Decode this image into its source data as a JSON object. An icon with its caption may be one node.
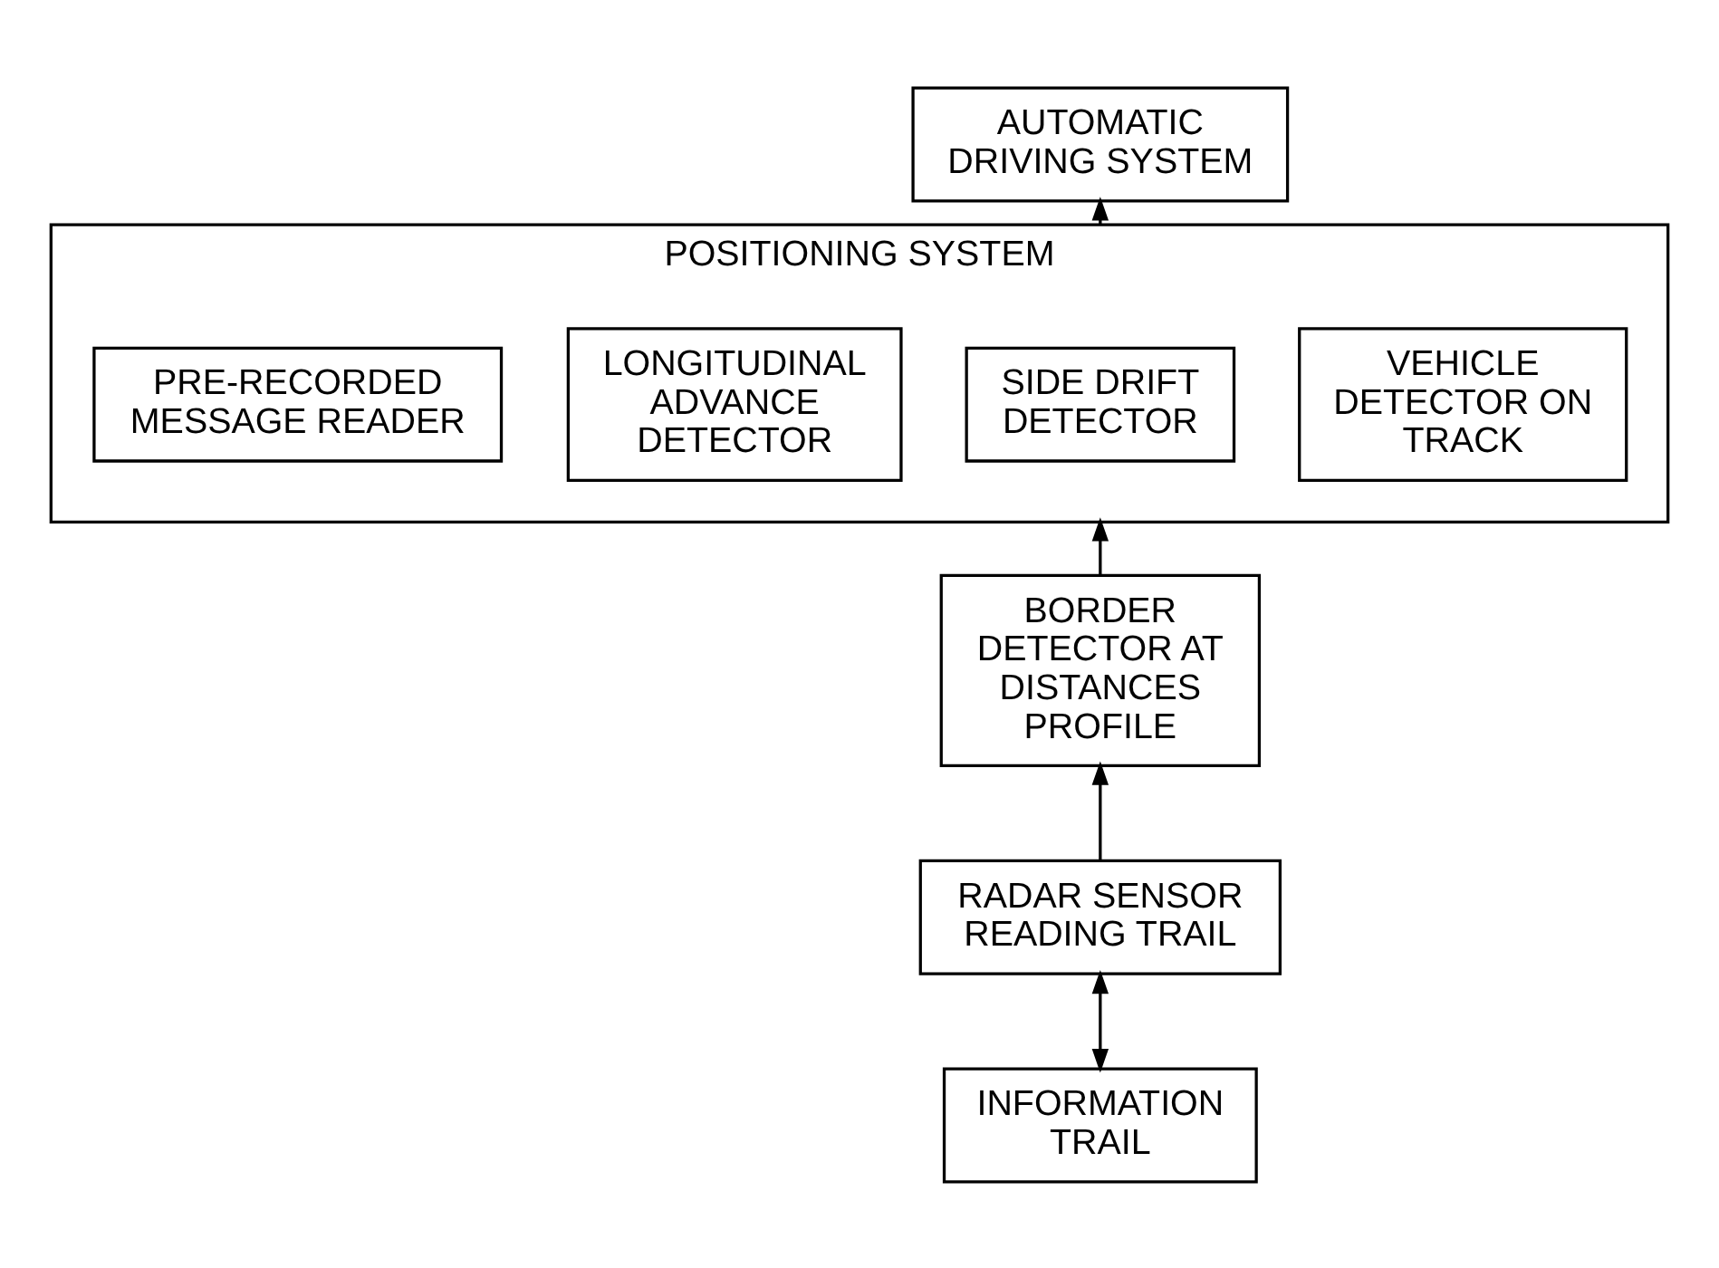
{
  "diagram": {
    "nodes": [
      {
        "text": [
          "AUTOMATIC DRIVING SYSTEM"
        ]
      },
      {
        "text": [
          "POSITIONING SYSTEM"
        ]
      },
      {
        "text": [
          "VEHICLE DETECTOR ON TRACK"
        ],
        "in": 1
      },
      {
        "text": [
          "SIDE DRIFT DETECTOR"
        ],
        "in": 1
      },
      {
        "text": [
          "LONGITUDINAL ADVANCE DETECTOR"
        ],
        "in": 1
      },
      {
        "text": [
          "PRE-RECORDED MESSAGE READER"
        ],
        "in": 1
      },
      {
        "text": [
          "BORDER DETECTOR AT DISTANCES PROFILE"
        ]
      },
      {
        "text": [
          "RADAR SENSOR READING TRAIL"
        ]
      },
      {
        "text": [
          "INFORMATION TRAIL"
        ]
      }
    ],
    "edges": [
      {
        "from": 1,
        "to": 0,
        "arrow": "to"
      },
      {
        "from": 6,
        "to": 1,
        "arrow": "to"
      },
      {
        "from": 7,
        "to": 6,
        "arrow": "to"
      },
      {
        "from": 8,
        "to": 7,
        "arrow": "both"
      }
    ]
  }
}
